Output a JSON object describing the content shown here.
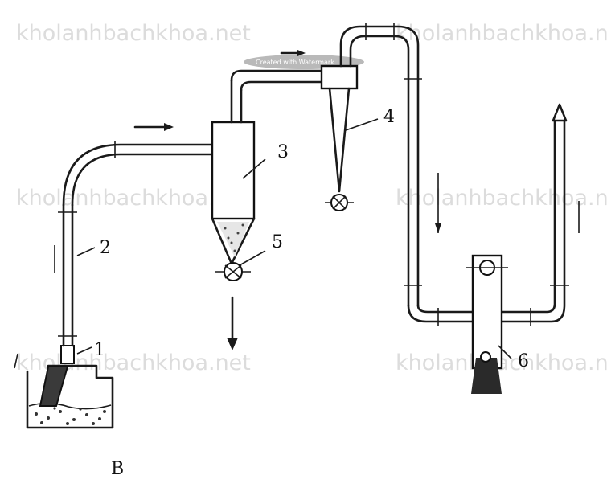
{
  "watermarks": [
    "kholanhbachkhoa.net",
    "kholanhbachkhoa.net",
    "kholanhbachkhoa.net",
    "kholanhbachkhoa.net",
    "kholanhbachkhoa.net",
    "kholanhbachkhoa.net"
  ],
  "badge_text": "Created with Watermark",
  "labels": {
    "n1": "1",
    "n2": "2",
    "n3": "3",
    "n4": "4",
    "n5": "5",
    "n6": "6",
    "figure": "B"
  }
}
